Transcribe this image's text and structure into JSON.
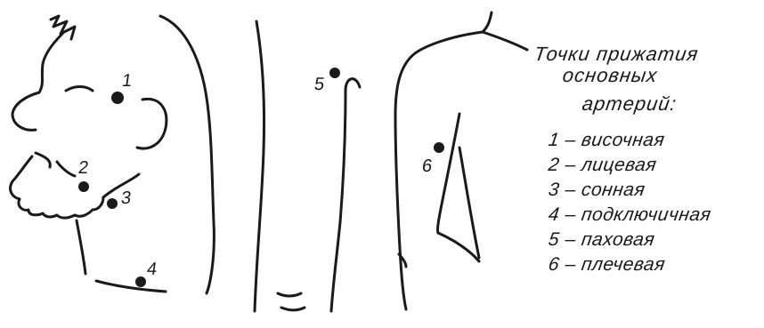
{
  "title_lines": [
    "Точки  прижатия",
    "основных",
    "артерий:"
  ],
  "legend": [
    {
      "num": "1",
      "dash": "–",
      "text": "височная"
    },
    {
      "num": "2",
      "dash": "–",
      "text": "лицевая"
    },
    {
      "num": "3",
      "dash": "–",
      "text": "сонная"
    },
    {
      "num": "4",
      "dash": "–",
      "text": "подключичная"
    },
    {
      "num": "5",
      "dash": "–",
      "text": "паховая"
    },
    {
      "num": "6",
      "dash": "–",
      "text": "плечевая"
    }
  ],
  "point_labels": {
    "p1": "1",
    "p2": "2",
    "p3": "3",
    "p4": "4",
    "p5": "5",
    "p6": "6"
  },
  "colors": {
    "ink": "#1a1a1a",
    "background": "#fefefe"
  }
}
